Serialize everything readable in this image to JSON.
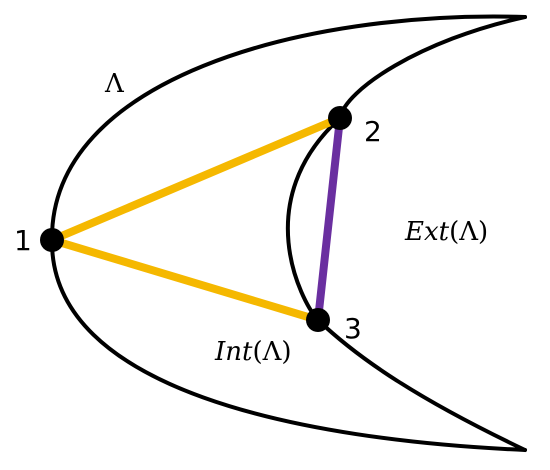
{
  "diagram": {
    "curve_label": "Λ",
    "exterior_label": {
      "fn": "Ext",
      "open": "(",
      "arg": "Λ",
      "close": ")"
    },
    "interior_label": {
      "fn": "Int",
      "open": "(",
      "arg": "Λ",
      "close": ")"
    },
    "nodes": [
      {
        "label": "1"
      },
      {
        "label": "2"
      },
      {
        "label": "3"
      }
    ],
    "colors": {
      "outline": "#000000",
      "edge_interior": "#F5B800",
      "edge_boundary": "#6A2FA0",
      "node": "#000000"
    }
  }
}
